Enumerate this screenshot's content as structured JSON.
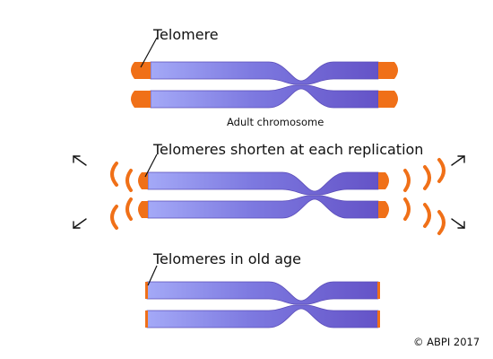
{
  "labels": {
    "telomere": "Telomere",
    "adult_chromosome": "Adult chromosome",
    "shorten": "Telomeres shorten at each replication",
    "old_age": "Telomeres in old age",
    "copyright": "© ABPI 2017"
  },
  "colors": {
    "chromatid_light": "#a4a9f7",
    "chromatid_dark": "#6a5bc9",
    "telomere": "#f07018",
    "pointer": "#111111"
  }
}
